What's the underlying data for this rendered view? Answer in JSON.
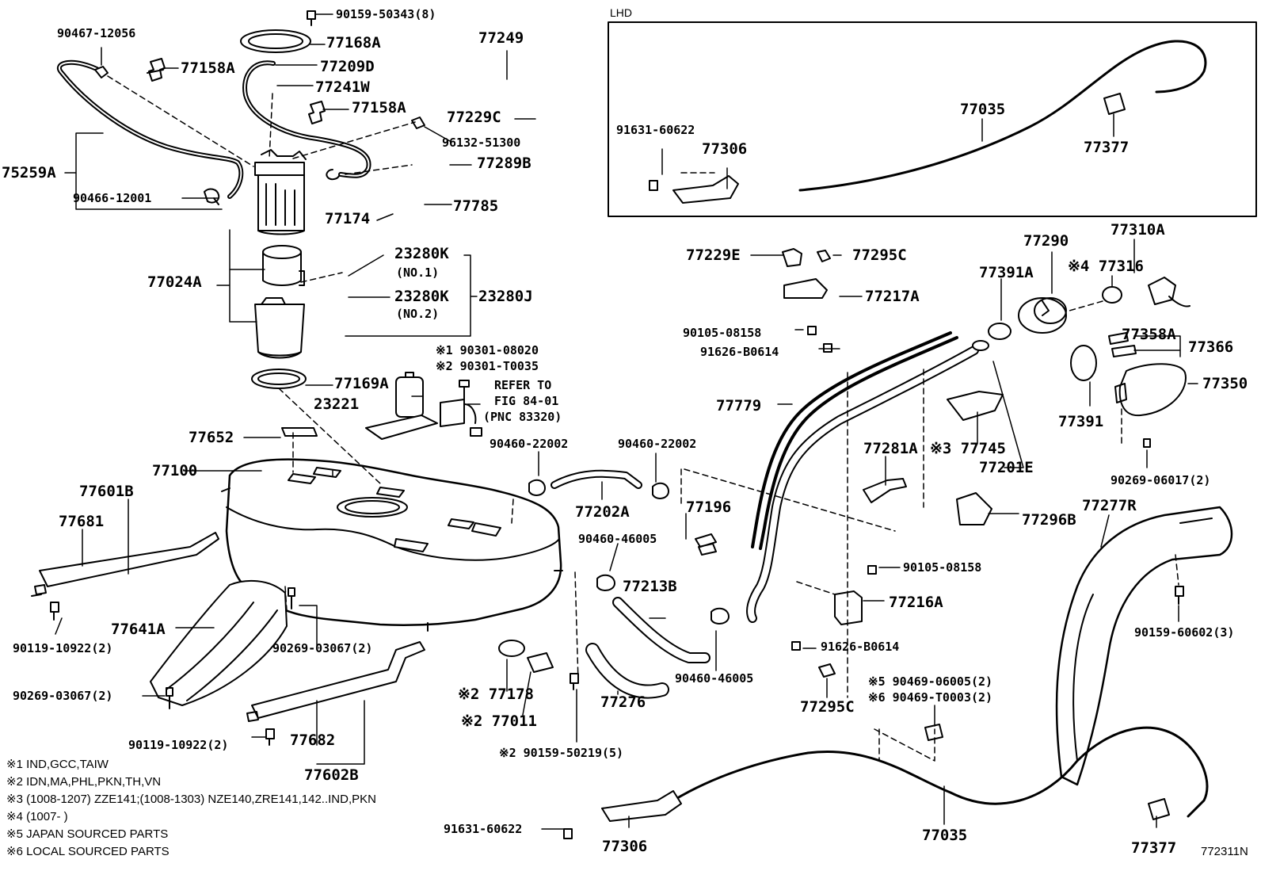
{
  "section_label": "LHD",
  "figure_number": "772311N",
  "parts": [
    {
      "id": "p1",
      "text": "90159-50343(8)"
    },
    {
      "id": "p2",
      "text": "90467-12056"
    },
    {
      "id": "p3",
      "text": "77168A"
    },
    {
      "id": "p4",
      "text": "77249"
    },
    {
      "id": "p5",
      "text": "77158A"
    },
    {
      "id": "p6",
      "text": "77209D"
    },
    {
      "id": "p7",
      "text": "77241W"
    },
    {
      "id": "p8",
      "text": "77158A"
    },
    {
      "id": "p9",
      "text": "77229C"
    },
    {
      "id": "p10",
      "text": "96132-51300"
    },
    {
      "id": "p11",
      "text": "75259A"
    },
    {
      "id": "p12",
      "text": "77289B"
    },
    {
      "id": "p13",
      "text": "90466-12001"
    },
    {
      "id": "p14",
      "text": "77785"
    },
    {
      "id": "p15",
      "text": "77174"
    },
    {
      "id": "p16",
      "text": "23280K"
    },
    {
      "id": "p17",
      "text": "(NO.1)"
    },
    {
      "id": "p18",
      "text": "77024A"
    },
    {
      "id": "p19",
      "text": "23280K"
    },
    {
      "id": "p20",
      "text": "23280J"
    },
    {
      "id": "p21",
      "text": "(NO.2)"
    },
    {
      "id": "p22",
      "text": "※1 90301-08020"
    },
    {
      "id": "p23",
      "text": "※2 90301-T0035"
    },
    {
      "id": "p24",
      "text": "77169A"
    },
    {
      "id": "p25",
      "text": "REFER TO"
    },
    {
      "id": "p26",
      "text": "FIG 84-01"
    },
    {
      "id": "p27",
      "text": "(PNC 83320)"
    },
    {
      "id": "p28",
      "text": "23221"
    },
    {
      "id": "p29",
      "text": "77652"
    },
    {
      "id": "p30",
      "text": "90460-22002"
    },
    {
      "id": "p31",
      "text": "90460-22002"
    },
    {
      "id": "p32",
      "text": "77100"
    },
    {
      "id": "p33",
      "text": "77601B"
    },
    {
      "id": "p34",
      "text": "77681"
    },
    {
      "id": "p35",
      "text": "77202A"
    },
    {
      "id": "p36",
      "text": "77196"
    },
    {
      "id": "p37",
      "text": "90460-46005"
    },
    {
      "id": "p38",
      "text": "77213B"
    },
    {
      "id": "p39",
      "text": "77641A"
    },
    {
      "id": "p40",
      "text": "90119-10922(2)"
    },
    {
      "id": "p41",
      "text": "90269-03067(2)"
    },
    {
      "id": "p42",
      "text": "90460-46005"
    },
    {
      "id": "p43",
      "text": "77276"
    },
    {
      "id": "p44",
      "text": "※2 77178"
    },
    {
      "id": "p45",
      "text": "90269-03067(2)"
    },
    {
      "id": "p46",
      "text": "※2 77011"
    },
    {
      "id": "p47",
      "text": "90119-10922(2)"
    },
    {
      "id": "p48",
      "text": "77682"
    },
    {
      "id": "p49",
      "text": "※2  90159-50219(5)"
    },
    {
      "id": "p50",
      "text": "77602B"
    },
    {
      "id": "p51",
      "text": "77035"
    },
    {
      "id": "p52",
      "text": "91631-60622"
    },
    {
      "id": "p53",
      "text": "77306"
    },
    {
      "id": "p54",
      "text": "77377"
    },
    {
      "id": "p55",
      "text": "77229E"
    },
    {
      "id": "p56",
      "text": "77295C"
    },
    {
      "id": "p57",
      "text": "77217A"
    },
    {
      "id": "p58",
      "text": "90105-08158"
    },
    {
      "id": "p59",
      "text": "91626-B0614"
    },
    {
      "id": "p60",
      "text": "77779"
    },
    {
      "id": "p61",
      "text": "77281A"
    },
    {
      "id": "p62",
      "text": "※3 77745"
    },
    {
      "id": "p63",
      "text": "77201E"
    },
    {
      "id": "p64",
      "text": "77296B"
    },
    {
      "id": "p65",
      "text": "90105-08158"
    },
    {
      "id": "p66",
      "text": "77216A"
    },
    {
      "id": "p67",
      "text": "91626-B0614"
    },
    {
      "id": "p68",
      "text": "77295C"
    },
    {
      "id": "p69",
      "text": "※5 90469-06005(2)"
    },
    {
      "id": "p70",
      "text": "※6 90469-T0003(2)"
    },
    {
      "id": "p71",
      "text": "77290"
    },
    {
      "id": "p72",
      "text": "77310A"
    },
    {
      "id": "p73",
      "text": "77391A"
    },
    {
      "id": "p74",
      "text": "※4 77316"
    },
    {
      "id": "p75",
      "text": "77358A"
    },
    {
      "id": "p76",
      "text": "77366"
    },
    {
      "id": "p77",
      "text": "77350"
    },
    {
      "id": "p78",
      "text": "77391"
    },
    {
      "id": "p79",
      "text": "90269-06017(2)"
    },
    {
      "id": "p80",
      "text": "77277R"
    },
    {
      "id": "p81",
      "text": "90159-60602(3)"
    },
    {
      "id": "p82",
      "text": "91631-60622"
    },
    {
      "id": "p83",
      "text": "77306"
    },
    {
      "id": "p84",
      "text": "77035"
    },
    {
      "id": "p85",
      "text": "77377"
    }
  ],
  "notes": [
    "※1 IND,GCC,TAIW",
    "※2 IDN,MA,PHL,PKN,TH,VN",
    "※3 (1008-1207) ZZE141;(1008-1303) NZE140,ZRE141,142..IND,PKN",
    "※4 (1007-        )",
    "※5 JAPAN SOURCED PARTS",
    "※6 LOCAL SOURCED PARTS"
  ]
}
